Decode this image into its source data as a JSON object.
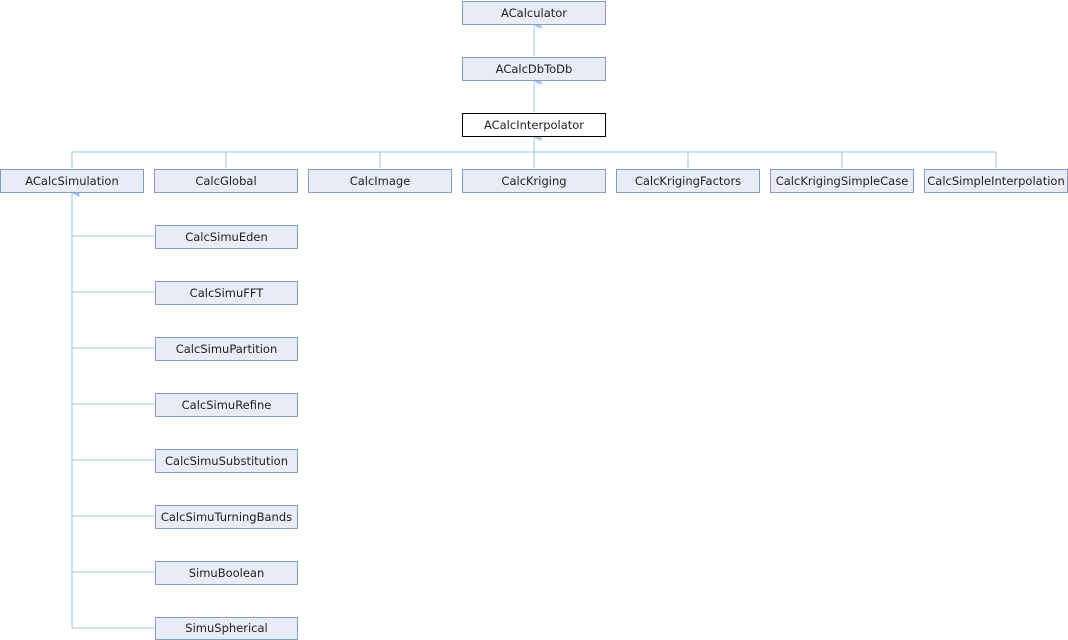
{
  "nodes": {
    "acalculator": "ACalculator",
    "acalcdbtodb": "ACalcDbToDb",
    "acalcinterpolator": "ACalcInterpolator",
    "acalcsimulation": "ACalcSimulation",
    "calcglobal": "CalcGlobal",
    "calcimage": "CalcImage",
    "calckriging": "CalcKriging",
    "calckrigingfactors": "CalcKrigingFactors",
    "calckrigingsimplecase": "CalcKrigingSimpleCase",
    "calcsimpleinterpolation": "CalcSimpleInterpolation",
    "calcsimueden": "CalcSimuEden",
    "calcsimufft": "CalcSimuFFT",
    "calcsimupartition": "CalcSimuPartition",
    "calcsimurefine": "CalcSimuRefine",
    "calcsimusubstitution": "CalcSimuSubstitution",
    "calcsimuturningbands": "CalcSimuTurningBands",
    "simuboolean": "SimuBoolean",
    "simuspherical": "SimuSpherical"
  },
  "colors": {
    "edge": "#9ec5e0",
    "node_fill": "#e8ecf7",
    "node_border": "#8b9cc8",
    "current_border": "#000000"
  }
}
